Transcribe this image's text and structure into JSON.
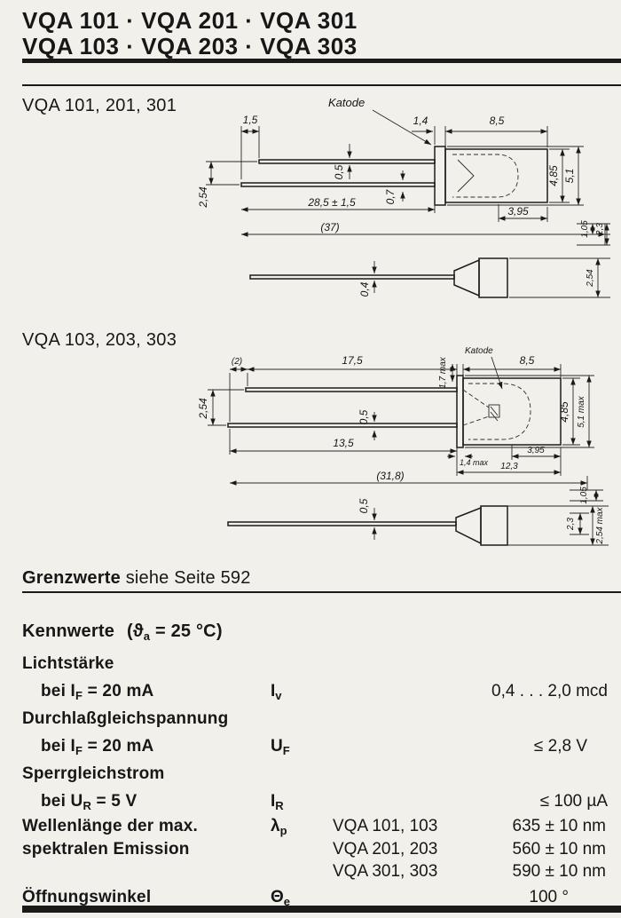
{
  "header": {
    "line1": "VQA 101 · VQA 201 · VQA 301",
    "line2": "VQA 103 · VQA 203 · VQA 303"
  },
  "sections": [
    {
      "title": "VQA 101, 201, 301",
      "katode": "Katode",
      "dims": {
        "leadOffset": "1,5",
        "flangeLen": "1,4",
        "bodyLen": "8,5",
        "leadThick": "0,5",
        "bodyDia": "4,85",
        "flangeDia": "5,1",
        "leadPitch": "2,54",
        "leadLen": "28,5 ± 1,5",
        "notch": "0,7",
        "capLen": "3,95",
        "overall": "(37)",
        "r1": "1,05",
        "r2": "2,3",
        "r3": "2,54",
        "sideLead": "0,4"
      }
    },
    {
      "title": "VQA 103, 203, 303",
      "katode": "Katode",
      "dims": {
        "tipOffset": "(2)",
        "upperLead": "17,5",
        "kink": "1,7 max",
        "bodyLen": "8,5",
        "leadPitch": "2,54",
        "leadThick": "0,5",
        "bodyDia": "4,85",
        "flangeDia": "5,1 max",
        "lowerLead": "13,5",
        "flangeLen": "1,4 max",
        "capLen": "3,95",
        "inner": "12,3",
        "overall": "(31,8)",
        "sideLead": "0,5",
        "r1": "1,05",
        "r2": "2,3",
        "r3": "2,54 max"
      }
    }
  ],
  "grenzwerte": {
    "bold": "Grenzwerte",
    "rest": " siehe Seite 592"
  },
  "kennwerte": {
    "heading": "Kennwerte",
    "condPre": "(ϑ",
    "condSub": "a",
    "condPost": " = 25 °C)"
  },
  "table": {
    "lichtstaerke": {
      "group": "Lichtstärke",
      "condPre": "bei I",
      "condSub": "F",
      "condPost": " = 20 mA",
      "sym": "I",
      "symSub": "v",
      "value": "0,4 . . . 2,0 mcd"
    },
    "durchlass": {
      "group": "Durchlaßgleichspannung",
      "condPre": "bei I",
      "condSub": "F",
      "condPost": " = 20 mA",
      "sym": "U",
      "symSub": "F",
      "value": "≤ 2,8 V"
    },
    "sperr": {
      "group": "Sperrgleichstrom",
      "condPre": "bei U",
      "condSub": "R",
      "condPost": " = 5 V",
      "sym": "I",
      "symSub": "R",
      "value": "≤ 100 µA"
    },
    "wellenlaenge": {
      "label1": "Wellenlänge der max.",
      "label2": "spektralen Emission",
      "sym": "λ",
      "symSub": "p",
      "variants": [
        {
          "name": "VQA 101, 103",
          "value": "635 ± 10 nm"
        },
        {
          "name": "VQA 201, 203",
          "value": "560 ± 10 nm"
        },
        {
          "name": "VQA 301, 303",
          "value": "590 ± 10 nm"
        }
      ]
    },
    "oeffnung": {
      "label": "Öffnungswinkel",
      "sym": "Θ",
      "symSub": "e",
      "value": "100 °"
    }
  }
}
